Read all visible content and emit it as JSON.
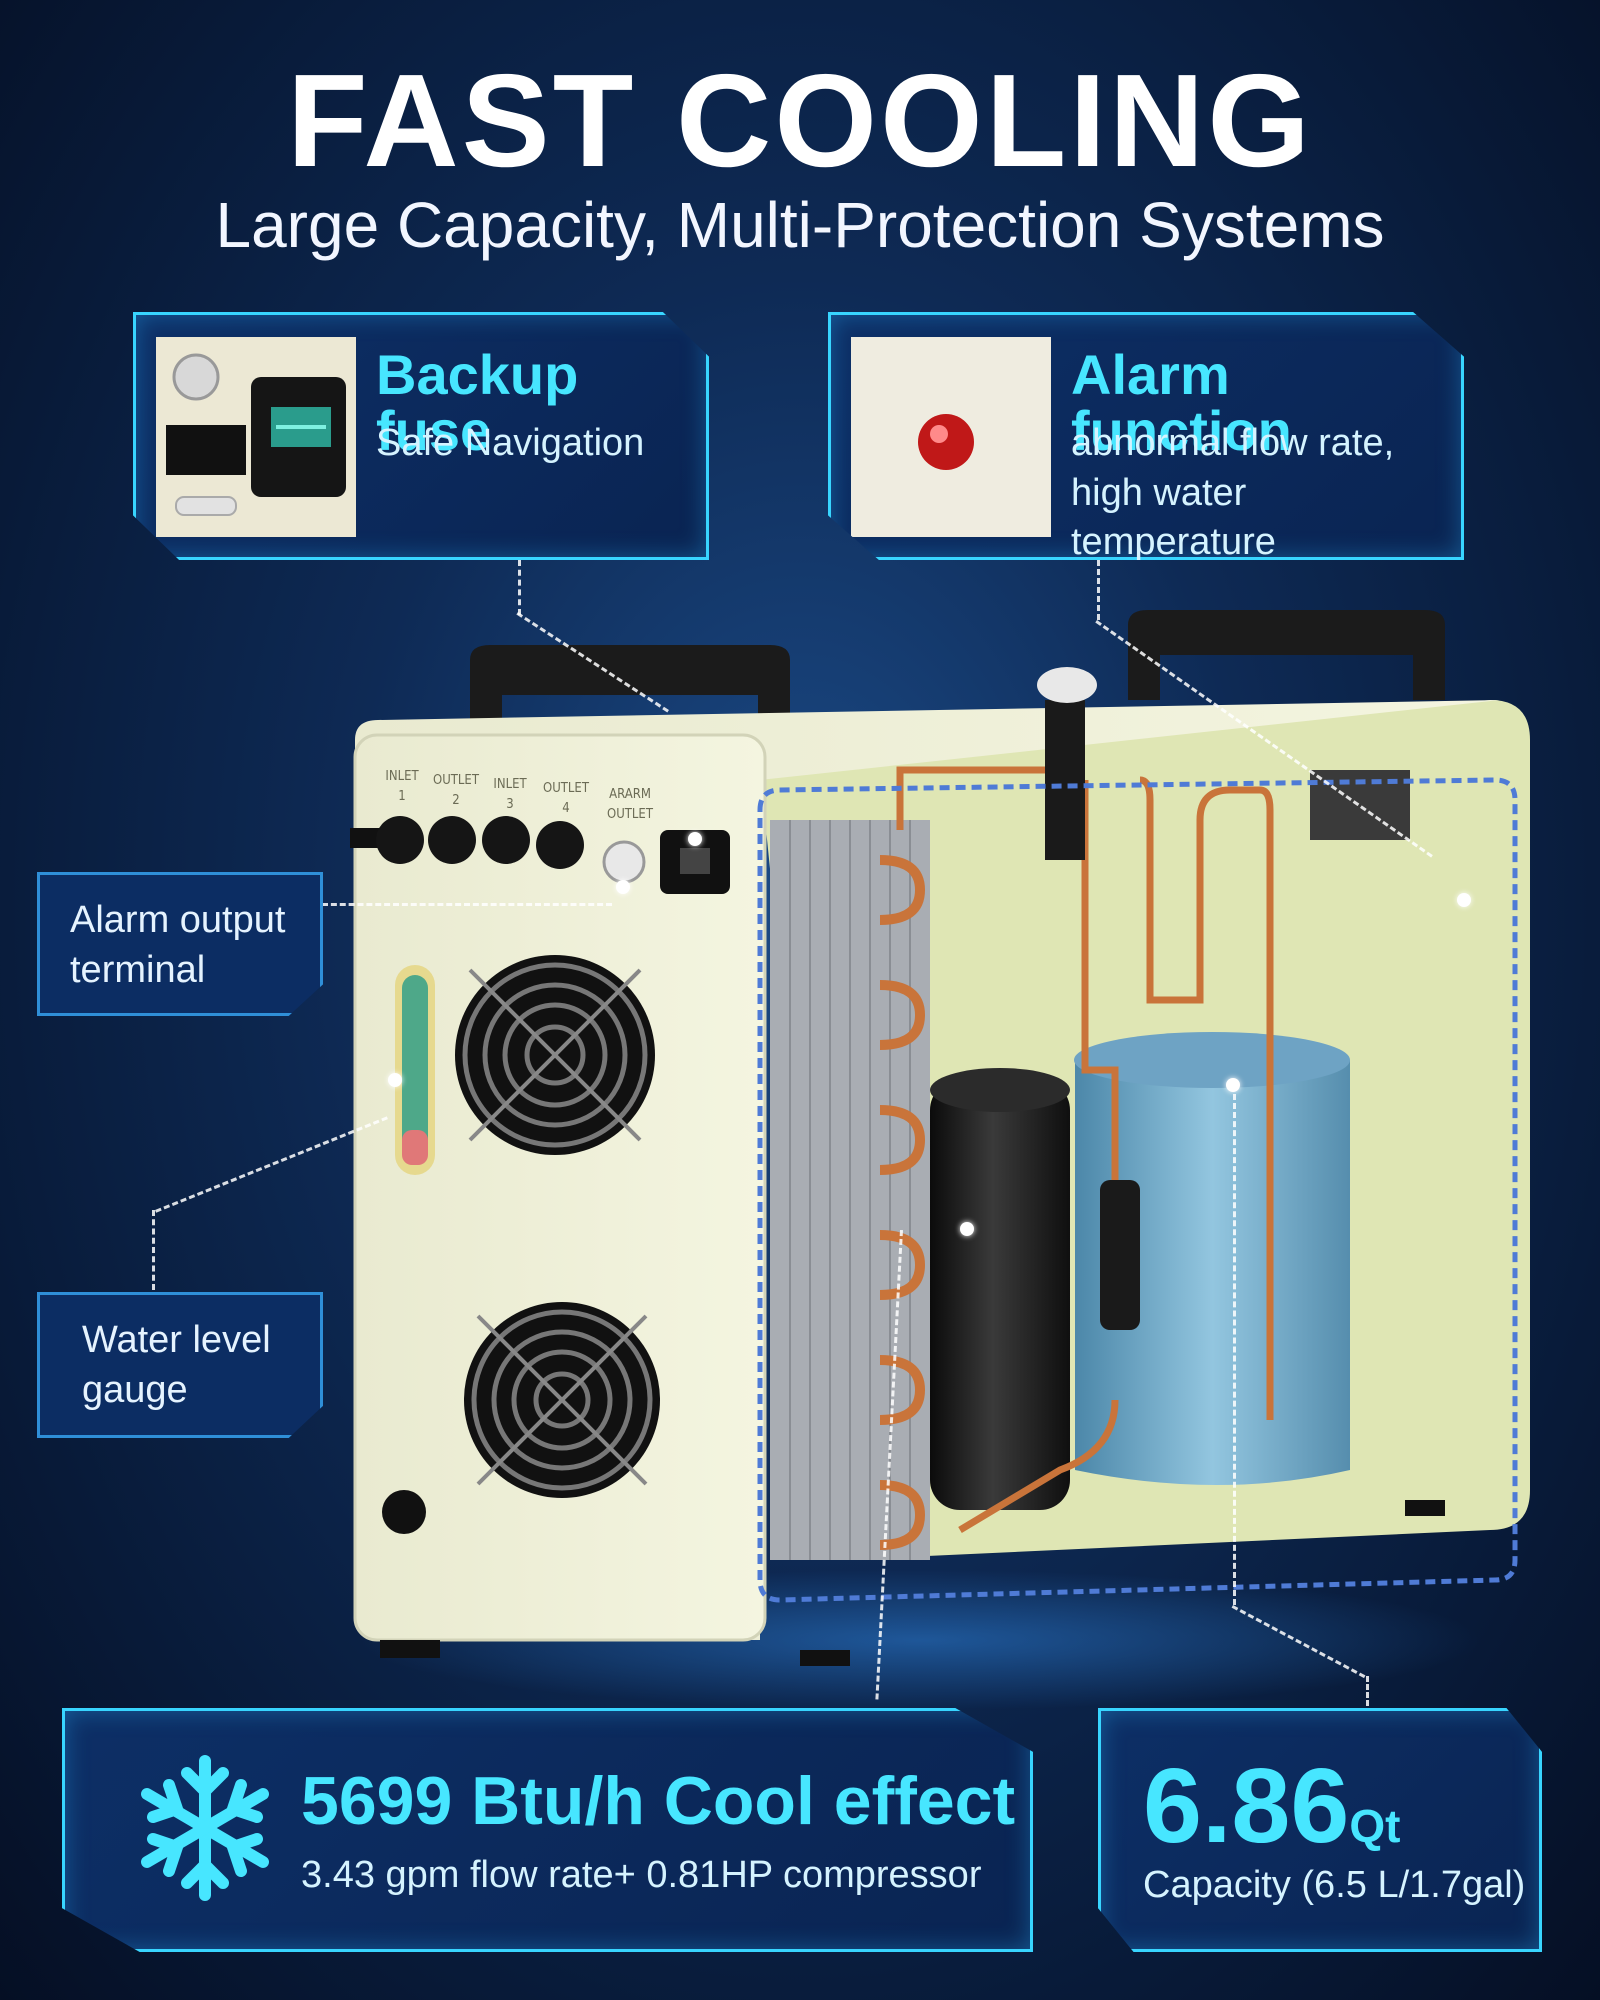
{
  "headline": {
    "title": "FAST COOLING",
    "subtitle": "Large Capacity, Multi-Protection Systems"
  },
  "callouts": {
    "backup_fuse": {
      "title": "Backup fuse",
      "desc": "Safe Navigation"
    },
    "alarm_function": {
      "title": "Alarm function",
      "desc_line1": "abnormal flow rate,",
      "desc_line2": "high water temperature"
    },
    "alarm_output": {
      "line1": "Alarm output",
      "line2": "terminal"
    },
    "water_level": {
      "line1": "Water level",
      "line2": "gauge"
    }
  },
  "chiller_panel": {
    "ports": [
      {
        "line1": "INLET",
        "line2": "1"
      },
      {
        "line1": "OUTLET",
        "line2": "2"
      },
      {
        "line1": "INLET",
        "line2": "3"
      },
      {
        "line1": "OUTLET",
        "line2": "4"
      },
      {
        "line1": "ARARM",
        "line2": "OUTLET"
      }
    ]
  },
  "specs": {
    "cooling": {
      "title": "5699 Btu/h Cool effect",
      "desc": "3.43 gpm flow rate+ 0.81HP compressor",
      "icon": "snowflake-icon"
    },
    "capacity": {
      "number": "6.86",
      "unit": "Qt",
      "desc": "Capacity (6.5 L/1.7gal)"
    }
  },
  "colors": {
    "accent": "#47e6ff",
    "glow": "#38d5ff",
    "background": "#0e2a55",
    "chassis": "#ecedd5"
  }
}
